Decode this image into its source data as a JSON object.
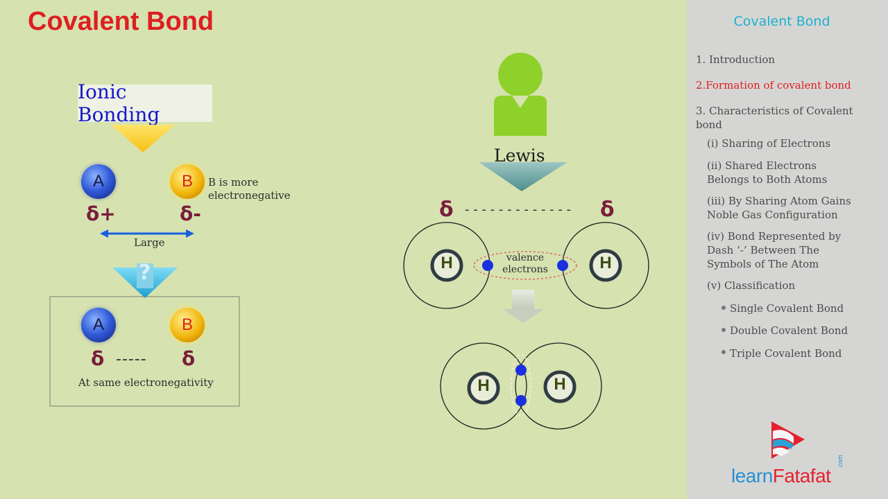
{
  "title": "Covalent Bond",
  "left_panel": {
    "ionic_label": "Ionic Bonding",
    "atom_a": "A",
    "atom_b": "B",
    "b_note_line1": "B is more",
    "b_note_line2": "electronegative",
    "delta_plus": "δ+",
    "delta_minus": "δ-",
    "large_label": "Large",
    "question": "?",
    "delta": "δ",
    "dash_short": "-----",
    "same_en_label": "At same electronegativity"
  },
  "right_panel": {
    "lewis_label": "Lewis",
    "delta": "δ",
    "dash_long": "- - - - - - - - - - - - -",
    "valence_line1": "valence",
    "valence_line2": "electrons",
    "h_symbol": "H"
  },
  "sidebar": {
    "title": "Covalent Bond",
    "items": [
      {
        "label": "1. Introduction",
        "active": false
      },
      {
        "label": "2.Formation of covalent bond",
        "active": true
      },
      {
        "label": "3. Characteristics  of Covalent bond",
        "active": false
      }
    ],
    "subitems": [
      "(i) Sharing of Electrons",
      "(ii) Shared Electrons Belongs to Both Atoms",
      "(iii) By Sharing Atom Gains Noble Gas Configuration",
      "(iv) Bond Represented by Dash ‘-’ Between The Symbols of The Atom",
      "(v) Classification"
    ],
    "bullets": [
      "Single Covalent Bond",
      "Double Covalent Bond",
      "Triple Covalent Bond"
    ],
    "logo_text_a": "learn",
    "logo_text_b": "Fatafat",
    "logo_com": ".com"
  },
  "colors": {
    "title_red": "#dd1f22",
    "active_red": "#e01e1e",
    "sidebar_title": "#1eb0cf",
    "ionic_blue": "#1518c8",
    "delta": "#7a1d3c",
    "electron": "#1a2fe0"
  }
}
